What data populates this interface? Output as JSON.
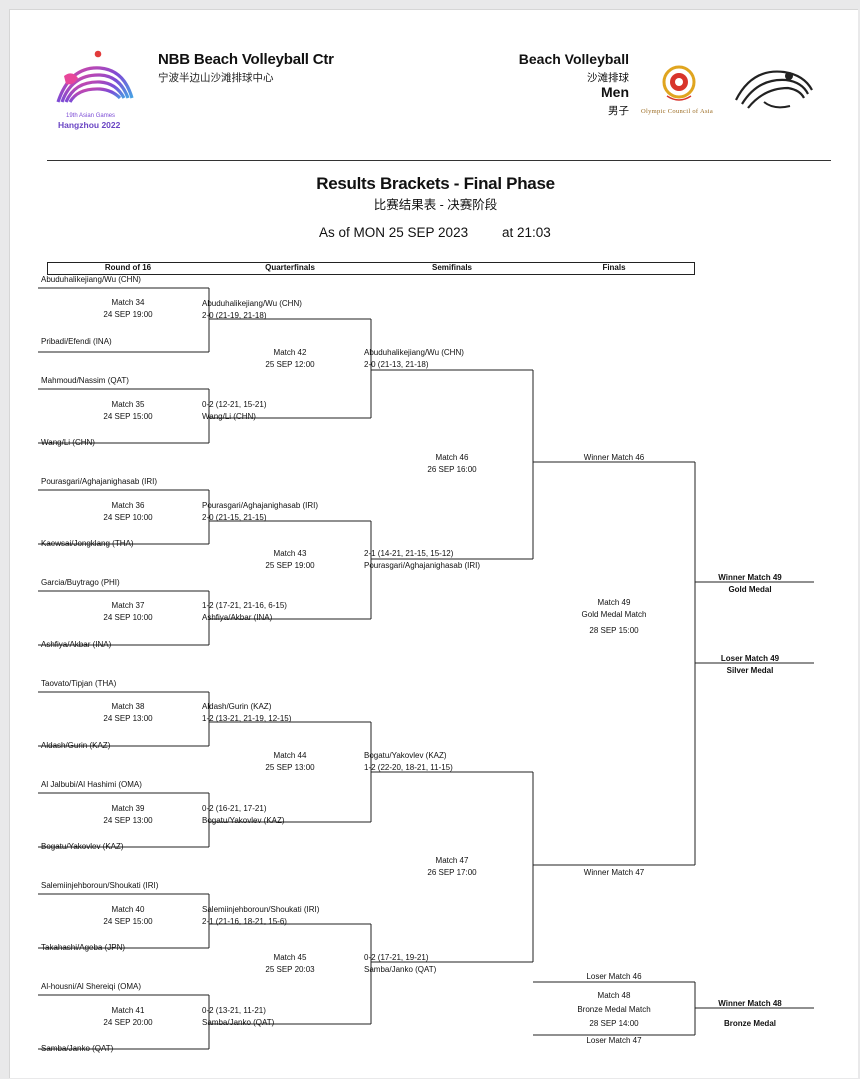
{
  "header": {
    "games_logo": {
      "line1": "19th Asian Games",
      "line2": "Hangzhou 2022"
    },
    "venue_en": "NBB Beach Volleyball Ctr",
    "venue_cn": "宁波半边山沙滩排球中心",
    "sport_en": "Beach Volleyball",
    "sport_cn": "沙滩排球",
    "gender_en": "Men",
    "gender_cn": "男子",
    "oca_label": "Olympic Council of Asia"
  },
  "title": {
    "en": "Results Brackets - Final Phase",
    "cn": "比赛结果表 - 决赛阶段",
    "as_of": "As of MON 25 SEP 2023",
    "time": "at 21:03"
  },
  "rounds": [
    "Round of 16",
    "Quarterfinals",
    "Semifinals",
    "Finals"
  ],
  "r16": [
    {
      "top": "Abuduhalikejiang/Wu (CHN)",
      "bottom": "Pribadi/Efendi (INA)",
      "match": "Match 34",
      "date": "24 SEP 19:00"
    },
    {
      "top": "Mahmoud/Nassim (QAT)",
      "bottom": "Wang/Li (CHN)",
      "match": "Match 35",
      "date": "24 SEP 15:00"
    },
    {
      "top": "Pourasgari/Aghajanighasab (IRI)",
      "bottom": "Kaewsai/Jongklang (THA)",
      "match": "Match 36",
      "date": "24 SEP 10:00"
    },
    {
      "top": "Garcia/Buytrago (PHI)",
      "bottom": "Ashfiya/Akbar (INA)",
      "match": "Match 37",
      "date": "24 SEP 10:00"
    },
    {
      "top": "Taovato/Tipjan (THA)",
      "bottom": "Aldash/Gurin (KAZ)",
      "match": "Match 38",
      "date": "24 SEP 13:00"
    },
    {
      "top": "Al Jalbubi/Al Hashimi (OMA)",
      "bottom": "Bogatu/Yakovlev (KAZ)",
      "match": "Match 39",
      "date": "24 SEP 13:00"
    },
    {
      "top": "Salemiinjehboroun/Shoukati (IRI)",
      "bottom": "Takahashi/Ageba (JPN)",
      "match": "Match 40",
      "date": "24 SEP 15:00"
    },
    {
      "top": "Al-housni/Al Shereiqi (OMA)",
      "bottom": "Samba/Janko (QAT)",
      "match": "Match 41",
      "date": "24 SEP 20:00"
    }
  ],
  "qf": [
    {
      "match": "Match 42",
      "date": "25 SEP 12:00",
      "top_team": "Abuduhalikejiang/Wu (CHN)",
      "top_score": "2-0 (21-19, 21-18)",
      "bottom_score": "0-2 (12-21, 15-21)",
      "bottom_team": "Wang/Li (CHN)"
    },
    {
      "match": "Match 43",
      "date": "25 SEP 19:00",
      "top_team": "Pourasgari/Aghajanighasab (IRI)",
      "top_score": "2-0 (21-15, 21-15)",
      "bottom_score": "1-2 (17-21, 21-16, 6-15)",
      "bottom_team": "Ashfiya/Akbar (INA)"
    },
    {
      "match": "Match 44",
      "date": "25 SEP 13:00",
      "top_team": "Aldash/Gurin (KAZ)",
      "top_score": "1-2 (13-21, 21-19, 12-15)",
      "bottom_score": "0-2 (16-21, 17-21)",
      "bottom_team": "Bogatu/Yakovlev (KAZ)"
    },
    {
      "match": "Match 45",
      "date": "25 SEP 20:03",
      "top_team": "Salemiinjehboroun/Shoukati (IRI)",
      "top_score": "2-1 (21-16, 18-21, 15-6)",
      "bottom_score": "0-2 (13-21, 11-21)",
      "bottom_team": "Samba/Janko (QAT)"
    }
  ],
  "sf": [
    {
      "match": "Match 46",
      "date": "26 SEP 16:00",
      "top_team": "Abuduhalikejiang/Wu (CHN)",
      "top_score": "2-0 (21-13, 21-18)",
      "bottom_score": "2-1 (14-21, 21-15, 15-12)",
      "bottom_team": "Pourasgari/Aghajanighasab (IRI)"
    },
    {
      "match": "Match 47",
      "date": "26 SEP 17:00",
      "top_team": "Bogatu/Yakovlev (KAZ)",
      "top_score": "1-2 (22-20, 18-21, 11-15)",
      "bottom_score": "0-2 (17-21, 19-21)",
      "bottom_team": "Samba/Janko (QAT)"
    }
  ],
  "final": {
    "top_slot": "Winner Match 46",
    "bottom_slot": "Winner Match 47",
    "match": "Match 49",
    "name": "Gold Medal Match",
    "date": "28 SEP 15:00",
    "gold_slot": "Winner Match 49",
    "gold_label": "Gold Medal",
    "silver_slot": "Loser Match 49",
    "silver_label": "Silver Medal"
  },
  "bronze": {
    "top_slot": "Loser Match 46",
    "bottom_slot": "Loser Match 47",
    "match": "Match 48",
    "name": "Bronze Medal Match",
    "date": "28 SEP 14:00",
    "winner_slot": "Winner Match 48",
    "winner_label": "Bronze Medal"
  },
  "colors": {
    "line": "#222222",
    "games_gradient": [
      "#e8469a",
      "#7c4bd6",
      "#3fb0e6"
    ],
    "oca_red": "#d8342b",
    "oca_gold": "#e0a51f",
    "games_text": "#6a45c4"
  }
}
